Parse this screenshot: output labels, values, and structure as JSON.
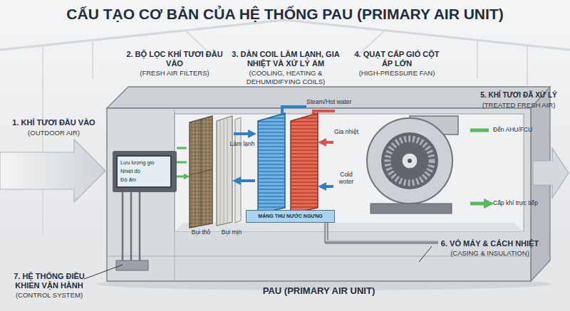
{
  "diagram": {
    "title": "CẤU TẠO CƠ BẢN CỦA HỆ THỐNG PAU (PRIMARY AIR UNIT)",
    "nodes": [
      {
        "text": [
          "PAU (PRIMARY AIR UNIT)"
        ]
      },
      {
        "text": [
          "Lưu lượng gió",
          "Nhiệt độ",
          "Độ ẩm"
        ],
        "in": 0
      },
      {
        "text": [
          "MÁNG THU NƯỚC NGƯNG"
        ],
        "in": 0
      }
    ],
    "labels": [
      "1. KHÍ TƯƠI ĐẦU VÀO",
      "(OUTDOOR AIR)",
      "2. BỘ LỌC KHÍ TƯƠI ĐẦU VÀO",
      "(FRESH AIR FILTERS)",
      "3. DÀN COIL LÀM LẠNH, GIA NHIỆT VÀ XỬ LÝ ẨM",
      "(COOLING, HEATING & DEHUMIDIFYING COILS)",
      "4. QUẠT CẤP GIÓ CỘT ÁP LỚN",
      "(HIGH-PRESSURE FAN)",
      "5. KHÍ TƯƠI ĐÃ XỬ LÝ",
      "(TREATED FRESH AIR)",
      "6. VỎ MÁY & CÁCH NHIỆT",
      "(CASING & INSULATION)",
      "7. HỆ THỐNG ĐIỀU KHIỂN VẬN HÀNH",
      "(CONTROL SYSTEM)",
      "Bụi thô",
      "Bụi mịn",
      "Steam/Hot water",
      "Làm lạnh",
      "Gia nhiệt",
      "Cold woter",
      "Đến AHU/FCU",
      "Cấp khí trực tiếp"
    ]
  }
}
